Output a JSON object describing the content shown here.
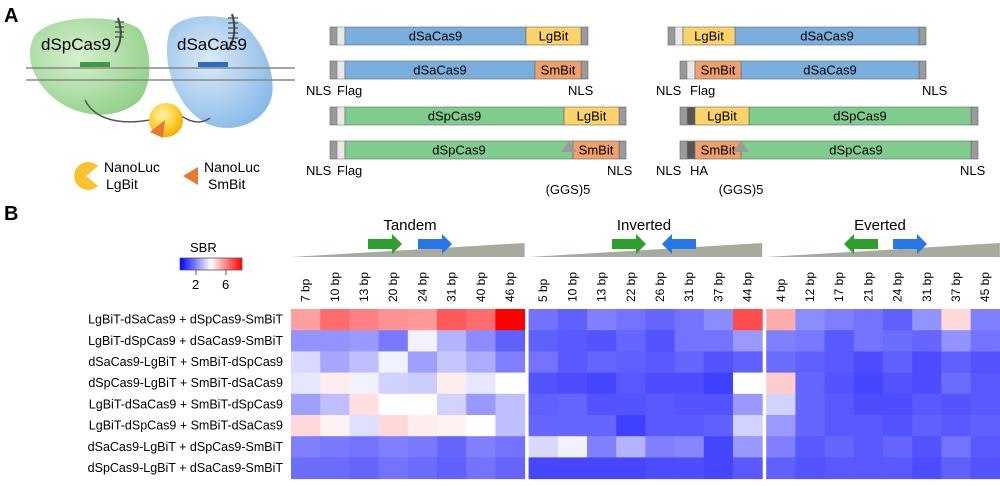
{
  "panel_a": {
    "label": "A",
    "protein_left": "dSpCas9",
    "protein_right": "dSaCas9",
    "legend_lg_line1": "NanoLuc",
    "legend_lg_line2": "LgBit",
    "legend_sm_line1": "NanoLuc",
    "legend_sm_line2": "SmBit",
    "constructs": {
      "sa_lg_c": {
        "main": "dSaCas9",
        "tag": "LgBit"
      },
      "sa_sm_c": {
        "main": "dSaCas9",
        "tag": "SmBit"
      },
      "sp_lg_c": {
        "main": "dSpCas9",
        "tag": "LgBit"
      },
      "sp_sm_c": {
        "main": "dSpCas9",
        "tag": "SmBit"
      },
      "lg_sa_n": {
        "main": "dSaCas9",
        "tag": "LgBit"
      },
      "sm_sa_n": {
        "main": "dSaCas9",
        "tag": "SmBit"
      },
      "lg_sp_n": {
        "main": "dSpCas9",
        "tag": "LgBit"
      },
      "sm_sp_n": {
        "main": "dSpCas9",
        "tag": "SmBit"
      }
    },
    "labels": {
      "nls": "NLS",
      "flag": "Flag",
      "ha": "HA",
      "linker": "(GGS)5"
    }
  },
  "panel_b": {
    "label": "B",
    "colorbar": {
      "title": "SBR",
      "tick_low": "2",
      "tick_high": "6"
    },
    "groups": [
      "Tandem",
      "Inverted",
      "Everted"
    ]
  },
  "colors": {
    "sa_blue": "#7aaedd",
    "sp_green": "#7fcc8e",
    "lgbit": "#fbd36a",
    "smbit": "#f0a06a",
    "arrow_green": "#2ea02e",
    "arrow_blue": "#2677e8"
  },
  "chart_data": {
    "type": "heatmap",
    "colorbar": {
      "label": "SBR",
      "ticks": [
        2,
        6
      ],
      "range": [
        0,
        8
      ],
      "colormap": "blue-white-red"
    },
    "groups": [
      {
        "name": "Tandem",
        "columns": [
          "7 bp",
          "10 bp",
          "13 bp",
          "20 bp",
          "24 bp",
          "31 bp",
          "40 bp",
          "46 bp"
        ]
      },
      {
        "name": "Inverted",
        "columns": [
          "5 bp",
          "10 bp",
          "13 bp",
          "22 bp",
          "26 bp",
          "31 bp",
          "37 bp",
          "44 bp"
        ]
      },
      {
        "name": "Everted",
        "columns": [
          "4 bp",
          "12 bp",
          "17 bp",
          "21 bp",
          "24 bp",
          "31 bp",
          "37 bp",
          "45 bp"
        ]
      }
    ],
    "rows": [
      "LgBiT-dSaCas9 + dSpCas9-SmBiT",
      "LgBiT-dSpCas9 + dSaCas9-SmBiT",
      "dSaCas9-LgBiT + SmBiT-dSpCas9",
      "dSpCas9-LgBiT + SmBiT-dSaCas9",
      "LgBiT-dSaCas9 + SmBiT-dSpCas9",
      "LgBiT-dSpCas9 + SmBiT-dSaCas9",
      "dSaCas9-LgBiT + dSpCas9-SmBiT",
      "dSpCas9-LgBiT + dSaCas9-SmBiT"
    ],
    "values": [
      [
        5.5,
        6.3,
        6.0,
        5.7,
        5.6,
        6.6,
        6.3,
        8.0,
        1.8,
        1.5,
        2.0,
        1.8,
        1.6,
        1.8,
        2.2,
        6.8,
        5.3,
        2.2,
        2.0,
        1.8,
        1.5,
        2.3,
        4.6,
        2.0
      ],
      [
        2.3,
        2.3,
        2.4,
        1.9,
        3.8,
        2.8,
        2.2,
        1.5,
        1.5,
        1.4,
        1.3,
        1.6,
        1.3,
        1.8,
        1.8,
        2.4,
        2.0,
        1.9,
        1.4,
        1.8,
        1.7,
        1.6,
        2.3,
        1.8
      ],
      [
        3.4,
        2.6,
        3.0,
        3.8,
        2.5,
        3.1,
        2.7,
        2.0,
        1.8,
        1.4,
        1.6,
        1.5,
        1.4,
        1.6,
        1.3,
        1.5,
        1.7,
        1.5,
        1.4,
        1.2,
        1.5,
        1.2,
        1.5,
        1.3
      ],
      [
        3.6,
        4.3,
        3.8,
        3.3,
        3.2,
        4.3,
        3.6,
        4.0,
        1.3,
        1.2,
        1.1,
        1.4,
        1.2,
        1.2,
        1.0,
        4.0,
        4.8,
        1.6,
        1.3,
        1.1,
        1.3,
        1.2,
        1.7,
        1.4
      ],
      [
        2.5,
        3.0,
        4.5,
        4.0,
        4.0,
        3.3,
        2.4,
        3.0,
        1.5,
        1.6,
        1.3,
        1.3,
        1.4,
        1.3,
        1.3,
        2.4,
        3.3,
        1.6,
        1.4,
        1.2,
        1.2,
        1.4,
        1.3,
        1.4
      ],
      [
        4.6,
        4.2,
        3.5,
        4.6,
        4.3,
        4.2,
        4.0,
        3.0,
        1.6,
        1.6,
        1.6,
        1.0,
        1.4,
        1.4,
        1.5,
        3.3,
        2.4,
        1.6,
        1.4,
        1.4,
        1.3,
        1.5,
        1.4,
        1.5
      ],
      [
        2.0,
        1.9,
        1.8,
        2.0,
        1.9,
        1.6,
        2.0,
        1.8,
        3.4,
        3.8,
        2.0,
        2.8,
        2.0,
        2.1,
        1.1,
        2.4,
        2.0,
        1.4,
        1.6,
        1.4,
        1.6,
        1.3,
        1.8,
        1.4
      ],
      [
        1.7,
        1.7,
        1.6,
        1.8,
        1.7,
        1.5,
        1.8,
        1.6,
        1.1,
        1.1,
        1.1,
        1.1,
        1.2,
        1.2,
        1.1,
        1.4,
        1.5,
        1.3,
        1.4,
        1.4,
        1.4,
        1.2,
        1.5,
        1.3
      ]
    ]
  }
}
